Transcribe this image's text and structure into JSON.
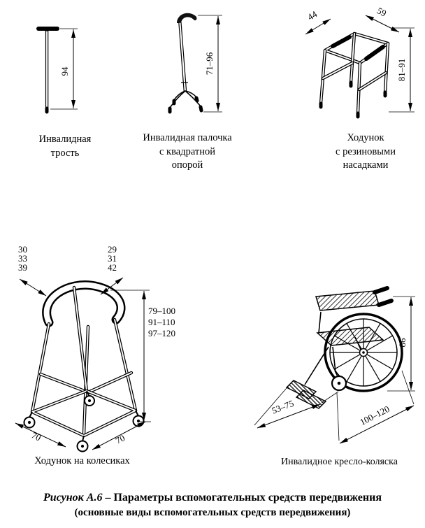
{
  "figures": {
    "cane": {
      "dim_height": "94",
      "label": [
        "Инвалидная",
        "трость"
      ]
    },
    "quad_cane": {
      "dim_height": "71–96",
      "label": [
        "Инвалидная палочка",
        "с квадратной",
        "опорой"
      ]
    },
    "walker": {
      "dim_width": "44",
      "dim_depth": "59",
      "dim_height": "81–91",
      "label": [
        "Ходунок",
        "с резиновыми",
        "насадками"
      ]
    },
    "wheeled_walker": {
      "dims_top_left": [
        "30",
        "33",
        "39"
      ],
      "dims_top_right": [
        "29",
        "31",
        "42"
      ],
      "dims_height": [
        "79–100",
        "91–110",
        "97–120"
      ],
      "dim_base_left": "70",
      "dim_base_right": "70",
      "label": "Ходунок на колесиках"
    },
    "wheelchair": {
      "dim_height": "86",
      "dim_seat_depth": "53–75",
      "dim_length": "100–120",
      "label": "Инвалидное кресло-коляска"
    }
  },
  "caption": {
    "figure_ref": "Рисунок А.6",
    "title": " – Параметры вспомогательных средств передвижения",
    "subtitle": "(основные виды вспомогательных средств передвижения)"
  }
}
